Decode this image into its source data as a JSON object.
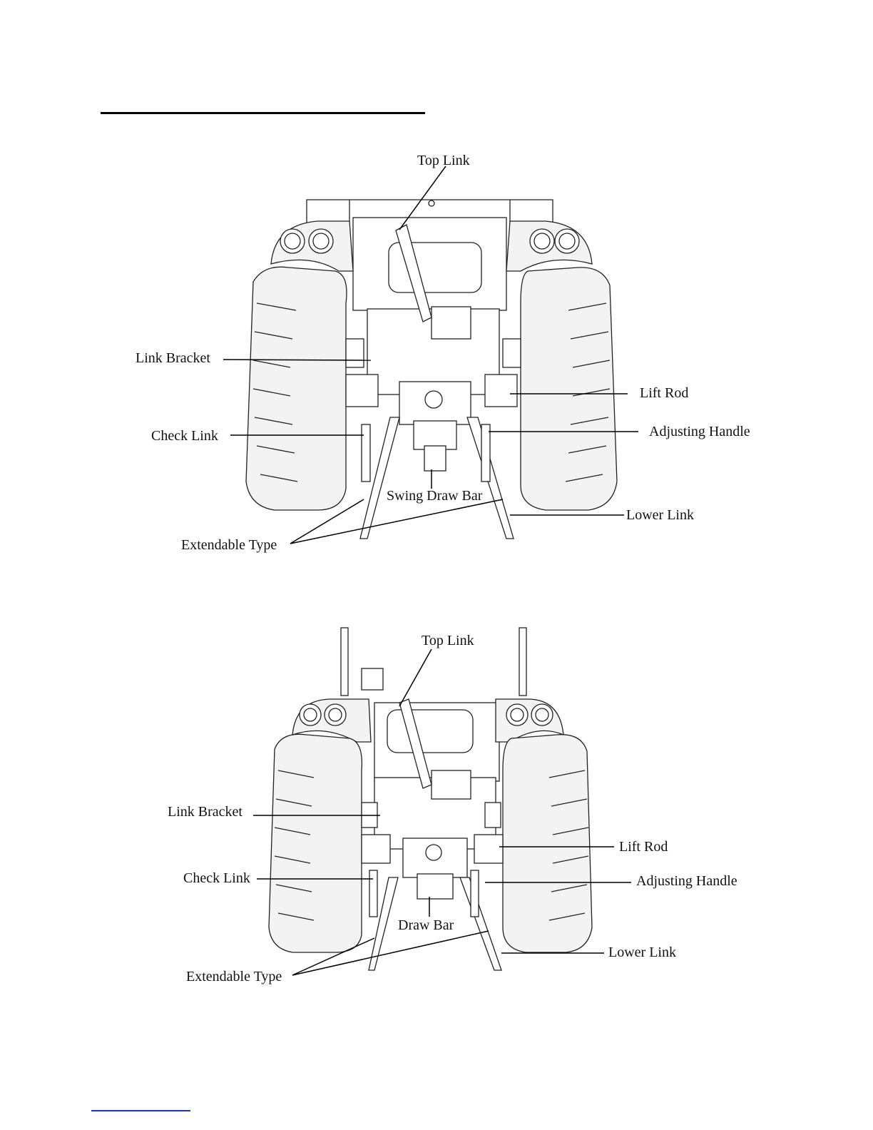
{
  "figures": [
    {
      "labels": {
        "top_link": "Top Link",
        "link_bracket": "Link Bracket",
        "lift_rod": "Lift Rod",
        "check_link": "Check Link",
        "adjusting_handle": "Adjusting Handle",
        "swing_draw_bar": "Swing Draw Bar",
        "lower_link": "Lower Link",
        "extendable_type": "Extendable Type"
      }
    },
    {
      "labels": {
        "top_link": "Top Link",
        "link_bracket": "Link Bracket",
        "lift_rod": "Lift Rod",
        "check_link": "Check Link",
        "adjusting_handle": "Adjusting Handle",
        "draw_bar": "Draw Bar",
        "lower_link": "Lower Link",
        "extendable_type": "Extendable Type"
      }
    }
  ]
}
